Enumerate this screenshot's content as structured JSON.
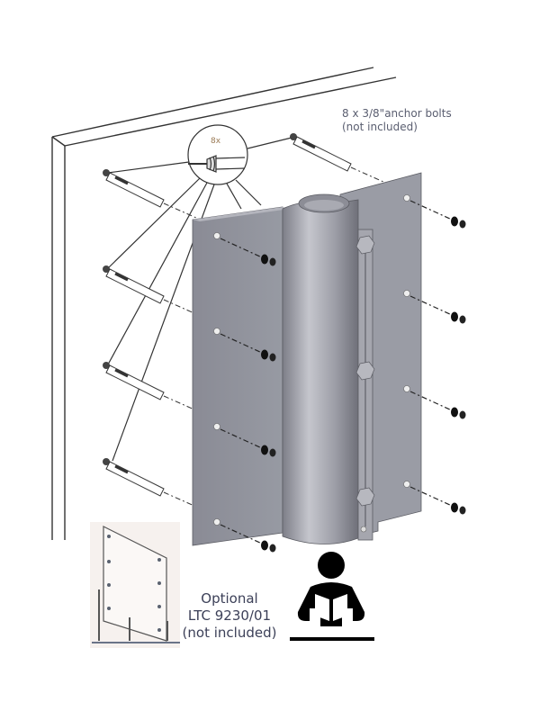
{
  "diagram": {
    "title": "Wall mount bracket installation",
    "anchor_bolts_label": {
      "line1": "8 x 3/8\"anchor bolts",
      "line2": "(not included)"
    },
    "magnifier_count": "8x",
    "optional_accessory": {
      "line1": "Optional",
      "line2": "LTC 9230/01",
      "line3": "(not included)"
    },
    "read_manual_icon": "read-manual-icon",
    "bolt_count_per_flange": 4,
    "colors": {
      "bracket_face": "#8f9099",
      "bracket_light": "#b9bac2",
      "bracket_dark": "#6e6f78",
      "line": "#333333",
      "text": "#4a4f66"
    }
  }
}
